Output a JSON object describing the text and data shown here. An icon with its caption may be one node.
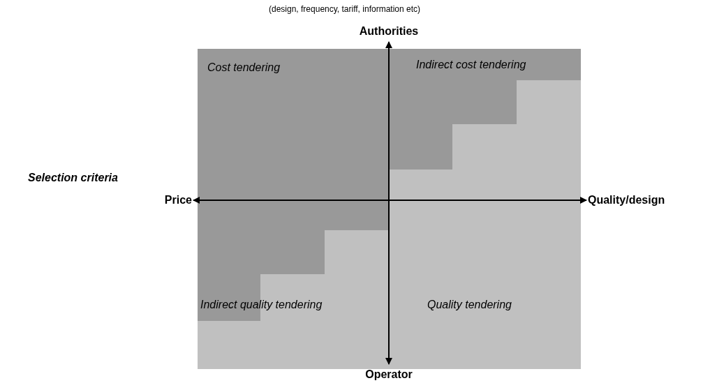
{
  "diagram": {
    "nodes": [
      {
        "text": [
          "Authorities"
        ]
      },
      {
        "text": [
          "Operator"
        ]
      },
      {
        "text": [
          "Price"
        ]
      },
      {
        "text": [
          "Quality/design"
        ]
      }
    ],
    "edges": [
      {
        "from": 2,
        "to": 3,
        "arrow": "both"
      },
      {
        "from": 0,
        "to": 1,
        "arrow": "both"
      }
    ],
    "labels": [
      "(design, frequency, tariff, information etc)",
      "Selection criteria",
      "Cost tendering",
      "Indirect cost tendering",
      "Indirect quality tendering",
      "Quality tendering"
    ]
  }
}
